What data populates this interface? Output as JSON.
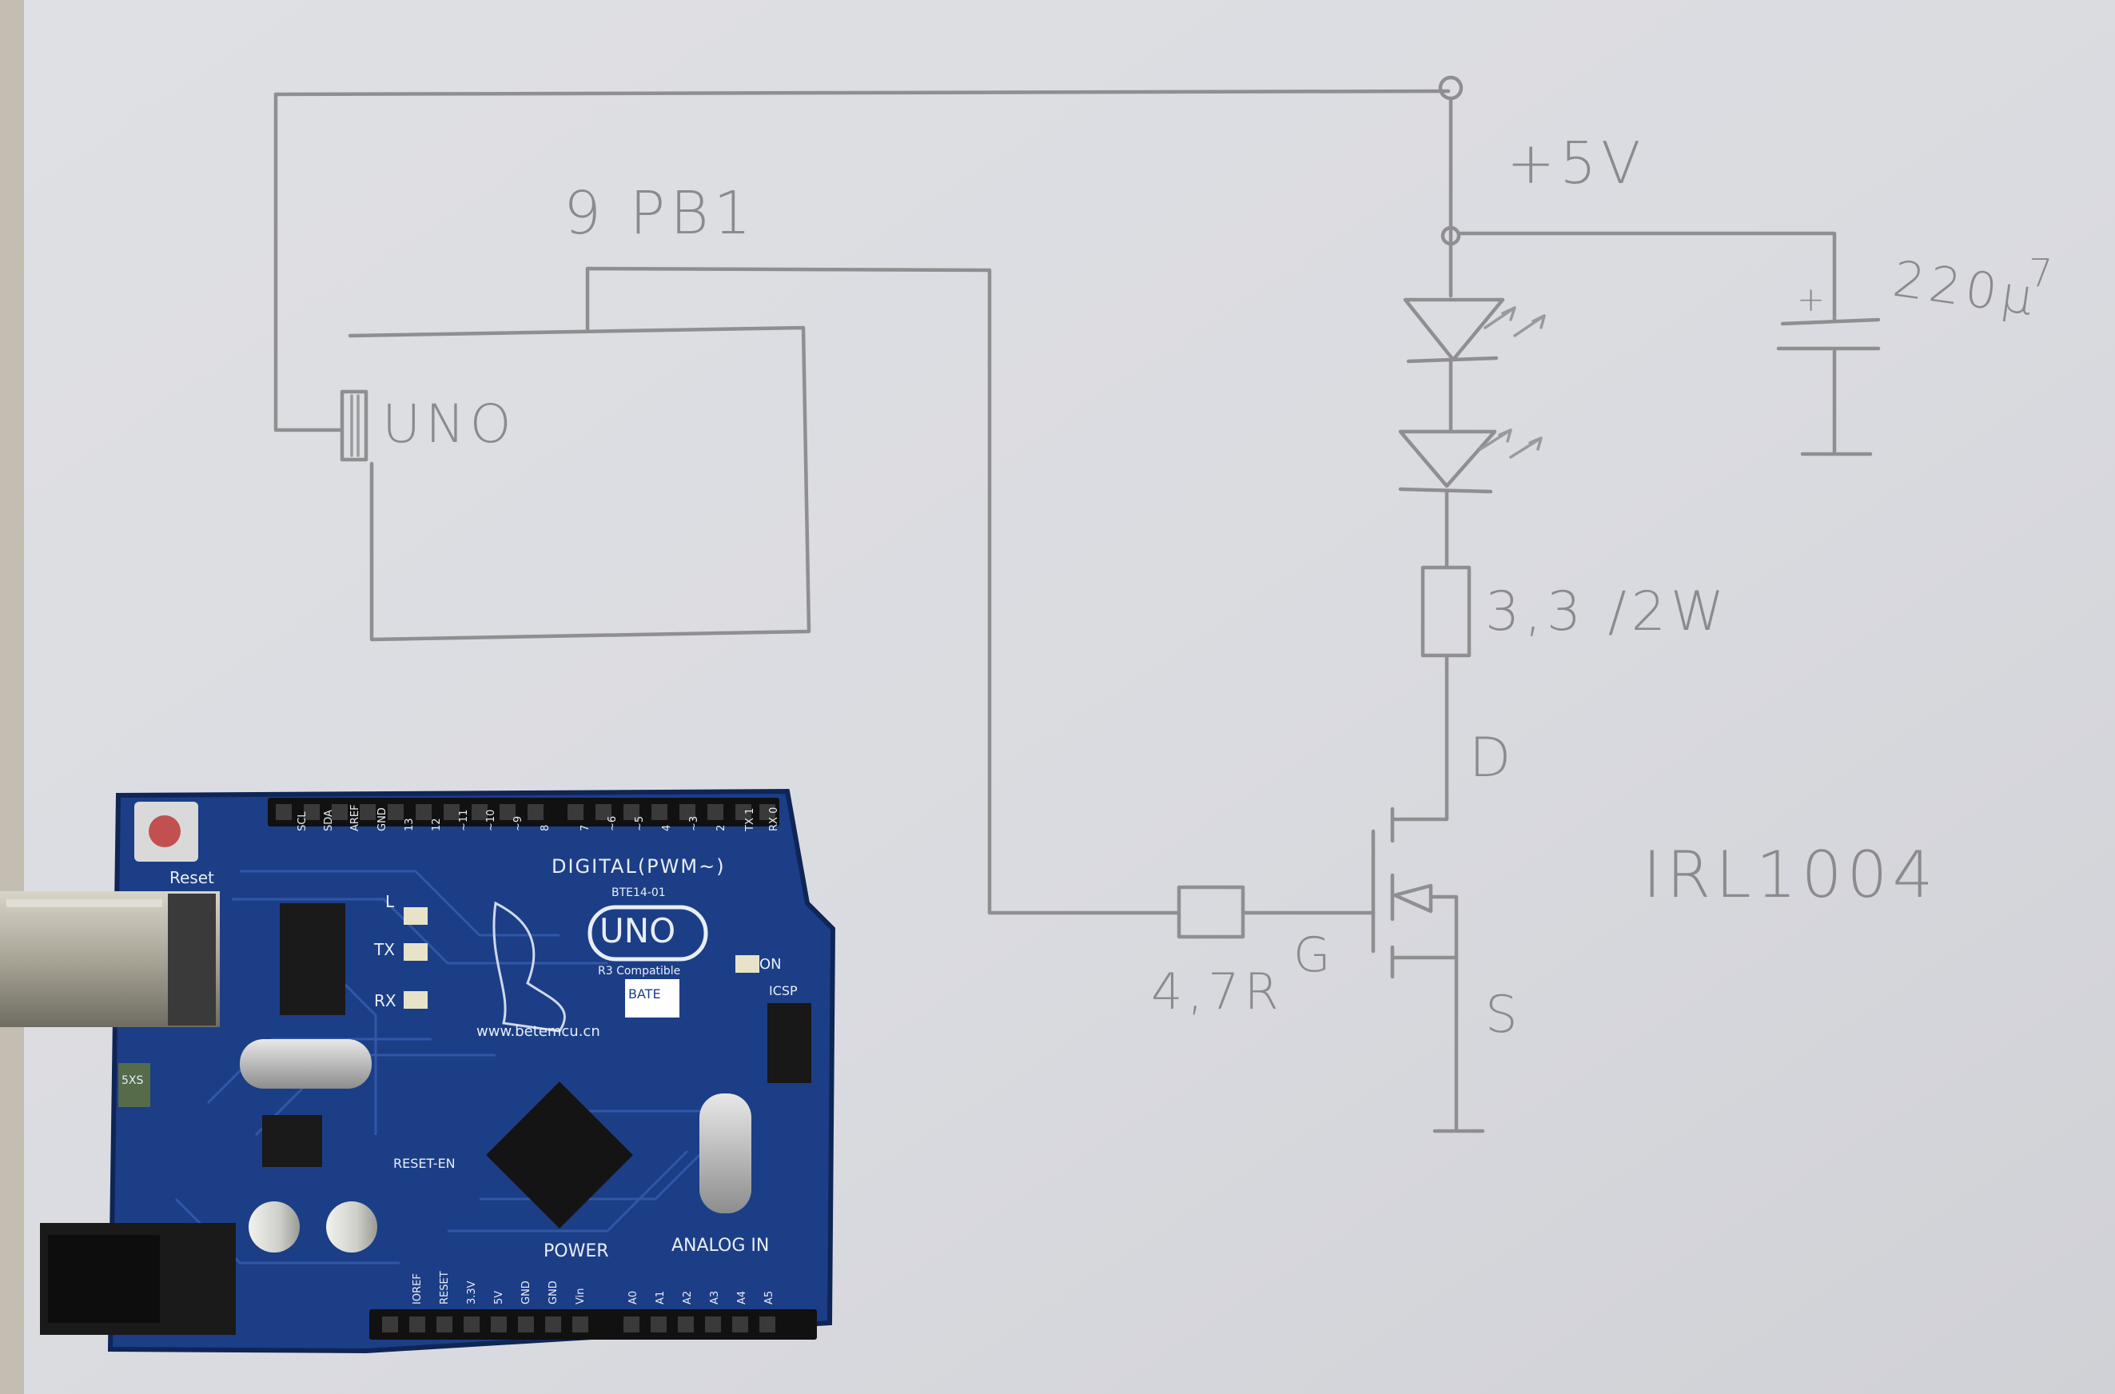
{
  "labels": {
    "supply": "+5V",
    "arduino_pin": "9 PB1",
    "board_box": "UNO",
    "capacitor": "220µ",
    "capacitor_mark": "7",
    "cap_plus": "+",
    "series_resistor": "3,3 /2W",
    "gate_resistor": "4,7R",
    "drain": "D",
    "gate": "G",
    "source": "S",
    "mosfet_part": "IRL1004"
  },
  "board_silkscreen": {
    "reset": "Reset",
    "digital": "DIGITAL(PWM~)",
    "model": "BTE14-01",
    "logo": "UNO",
    "compat": "R3 Compatible",
    "on": "ON",
    "icsp": "ICSP",
    "led_l": "L",
    "led_tx": "TX",
    "led_rx": "RX",
    "url": "www.betemcu.cn",
    "brand": "BATE",
    "reset_en": "RESET-EN",
    "power": "POWER",
    "analog_in": "ANALOG IN",
    "fuse": "5XS",
    "digital_pins": [
      "SCL",
      "SDA",
      "AREF",
      "GND",
      "13",
      "12",
      "~11",
      "~10",
      "~9",
      "8",
      "7",
      "~6",
      "~5",
      "4",
      "~3",
      "2",
      "TX 1",
      "RX 0"
    ],
    "power_pins": [
      "IOREF",
      "RESET",
      "3.3V",
      "5V",
      "GND",
      "GND",
      "Vin"
    ],
    "analog_pins": [
      "A0",
      "A1",
      "A2",
      "A3",
      "A4",
      "A5"
    ]
  },
  "colors": {
    "paper": "#dcdde2",
    "pencil": "#8f8f92",
    "board": "#1d3f86",
    "board_dark": "#12285a"
  }
}
